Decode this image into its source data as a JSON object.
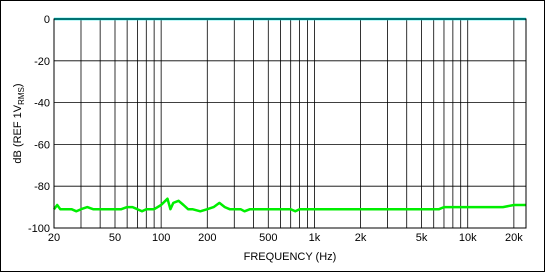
{
  "chart_data": {
    "type": "line",
    "xscale": "log",
    "xlabel": "FREQUENCY (Hz)",
    "ylabel": "dB (REF 1V",
    "ylabel_sub": "RMS",
    "ylabel_end": ")",
    "xlim": [
      20,
      24000
    ],
    "ylim": [
      -100,
      0
    ],
    "grid": true,
    "x_ticks": [
      {
        "value": 20,
        "label": "20"
      },
      {
        "value": 50,
        "label": "50"
      },
      {
        "value": 100,
        "label": "100"
      },
      {
        "value": 200,
        "label": "200"
      },
      {
        "value": 500,
        "label": "500"
      },
      {
        "value": 1000,
        "label": "1k"
      },
      {
        "value": 2000,
        "label": "2k"
      },
      {
        "value": 5000,
        "label": "5k"
      },
      {
        "value": 10000,
        "label": "10k"
      },
      {
        "value": 20000,
        "label": "20k"
      }
    ],
    "y_ticks": [
      {
        "value": 0,
        "label": "0"
      },
      {
        "value": -20,
        "label": "-20"
      },
      {
        "value": -40,
        "label": "-40"
      },
      {
        "value": -60,
        "label": "-60"
      },
      {
        "value": -80,
        "label": "-80"
      },
      {
        "value": -100,
        "label": "-100"
      }
    ],
    "series": [
      {
        "color": "#00e5e5",
        "x": [
          20,
          24000
        ],
        "y": [
          0,
          0
        ]
      },
      {
        "color": "#00ee00",
        "x": [
          20,
          21,
          22,
          24,
          26,
          28,
          30,
          33,
          36,
          40,
          45,
          50,
          55,
          60,
          65,
          70,
          75,
          80,
          90,
          100,
          110,
          115,
          120,
          130,
          140,
          150,
          160,
          180,
          200,
          220,
          240,
          260,
          280,
          300,
          330,
          350,
          380,
          400,
          500,
          600,
          700,
          750,
          800,
          900,
          1000,
          2000,
          5000,
          6500,
          7000,
          10000,
          15000,
          17000,
          20000,
          24000
        ],
        "y": [
          -91,
          -89,
          -91,
          -91,
          -91,
          -92,
          -91,
          -90,
          -91,
          -91,
          -91,
          -91,
          -91,
          -90,
          -90,
          -91,
          -92,
          -91,
          -91,
          -89,
          -86,
          -91,
          -88,
          -87,
          -89,
          -91,
          -91,
          -92,
          -91,
          -90,
          -88,
          -90,
          -91,
          -91,
          -91,
          -92,
          -91,
          -91,
          -91,
          -91,
          -91,
          -92,
          -91,
          -91,
          -91,
          -91,
          -91,
          -91,
          -90,
          -90,
          -90,
          -90,
          -89,
          -89
        ]
      }
    ]
  }
}
